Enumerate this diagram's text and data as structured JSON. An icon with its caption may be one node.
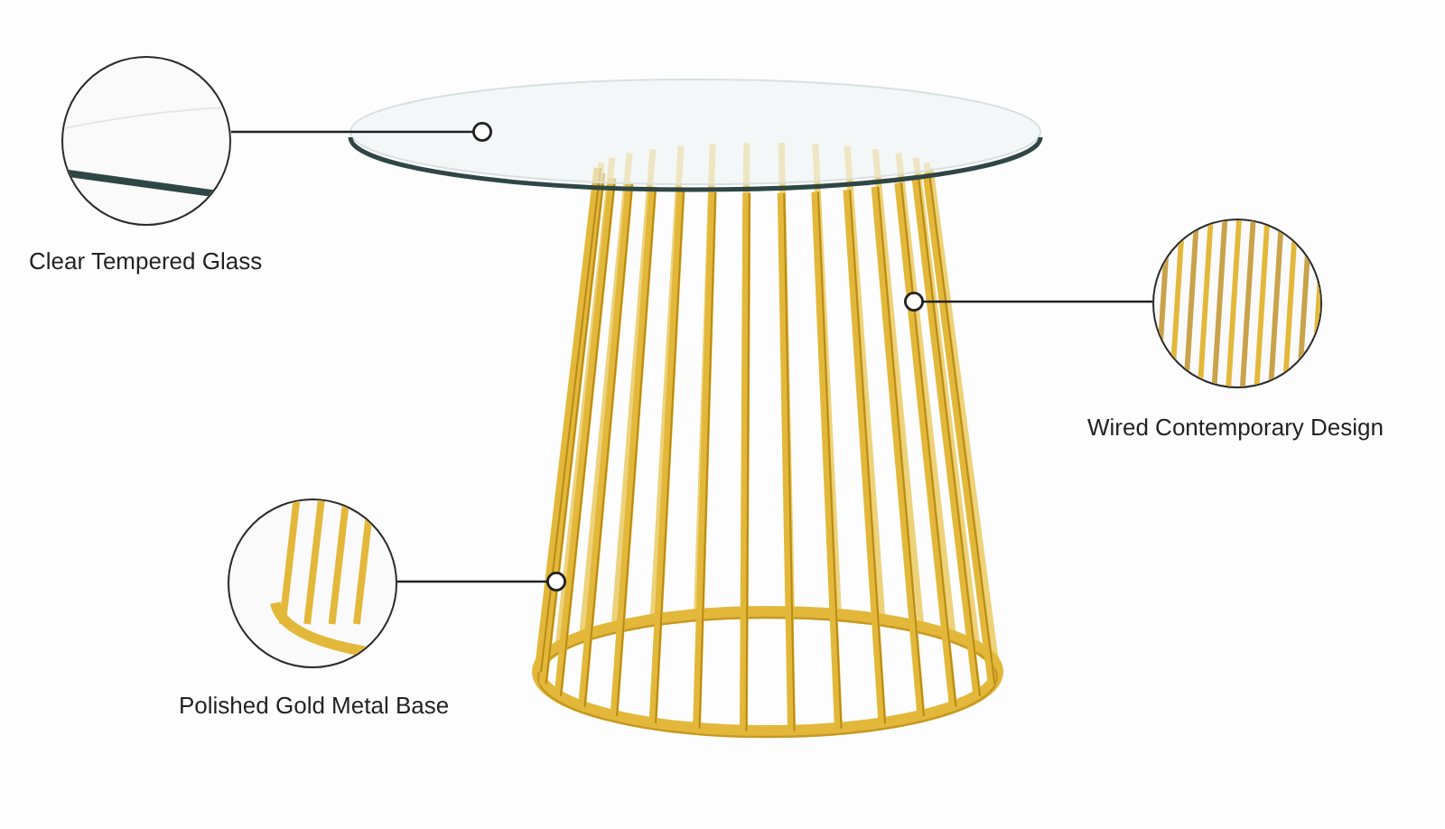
{
  "diagram": {
    "nodes": [
      {
        "text": [],
        "shape": "picture",
        "beside": [
          "Clear Tempered Glass"
        ]
      },
      {
        "text": [],
        "shape": "picture",
        "beside": [
          "Wired Contemporary Design"
        ]
      },
      {
        "text": [],
        "shape": "picture",
        "beside": [
          "Polished Gold Metal Base"
        ]
      }
    ],
    "edges": [
      {
        "from": 0,
        "to": null,
        "arrow": "other"
      },
      {
        "from": 1,
        "to": null,
        "arrow": "other"
      },
      {
        "from": 2,
        "to": null,
        "arrow": "other"
      }
    ]
  }
}
